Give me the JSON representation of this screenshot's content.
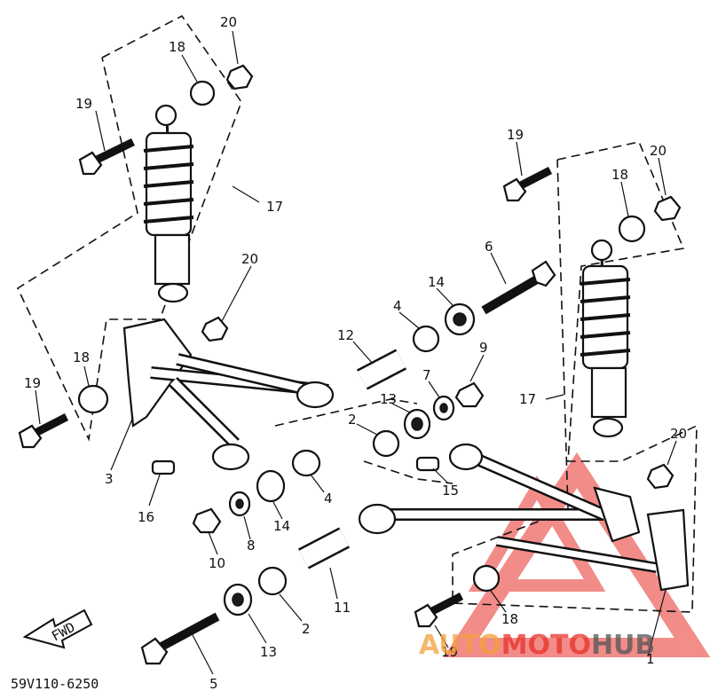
{
  "diagram_code": "59V110-6250",
  "fwd_label": "FWD",
  "callouts": {
    "c20a": "20",
    "c18a": "18",
    "c19a": "19",
    "c17a": "17",
    "c20b": "20",
    "c18b": "18",
    "c19b": "19",
    "c3": "3",
    "c16": "16",
    "c10": "10",
    "c8": "8",
    "c14a": "14",
    "c4a": "4",
    "c13a": "13",
    "c2a": "2",
    "c11": "11",
    "c5": "5",
    "c12": "12",
    "c4b": "4",
    "c14b": "14",
    "c6": "6",
    "c9": "9",
    "c7": "7",
    "c13b": "13",
    "c2b": "2",
    "c15": "15",
    "c19c": "19",
    "c20c": "20",
    "c18c": "18",
    "c17b": "17",
    "c20d": "20",
    "c18d": "18",
    "c19d": "19",
    "c1": "1"
  },
  "watermark": {
    "part1": "AUTO",
    "part2": "MOTO",
    "part3": "HUB",
    "color_red": "#e8302a",
    "color_orange": "#f2a03a",
    "color_gray": "#555555"
  }
}
